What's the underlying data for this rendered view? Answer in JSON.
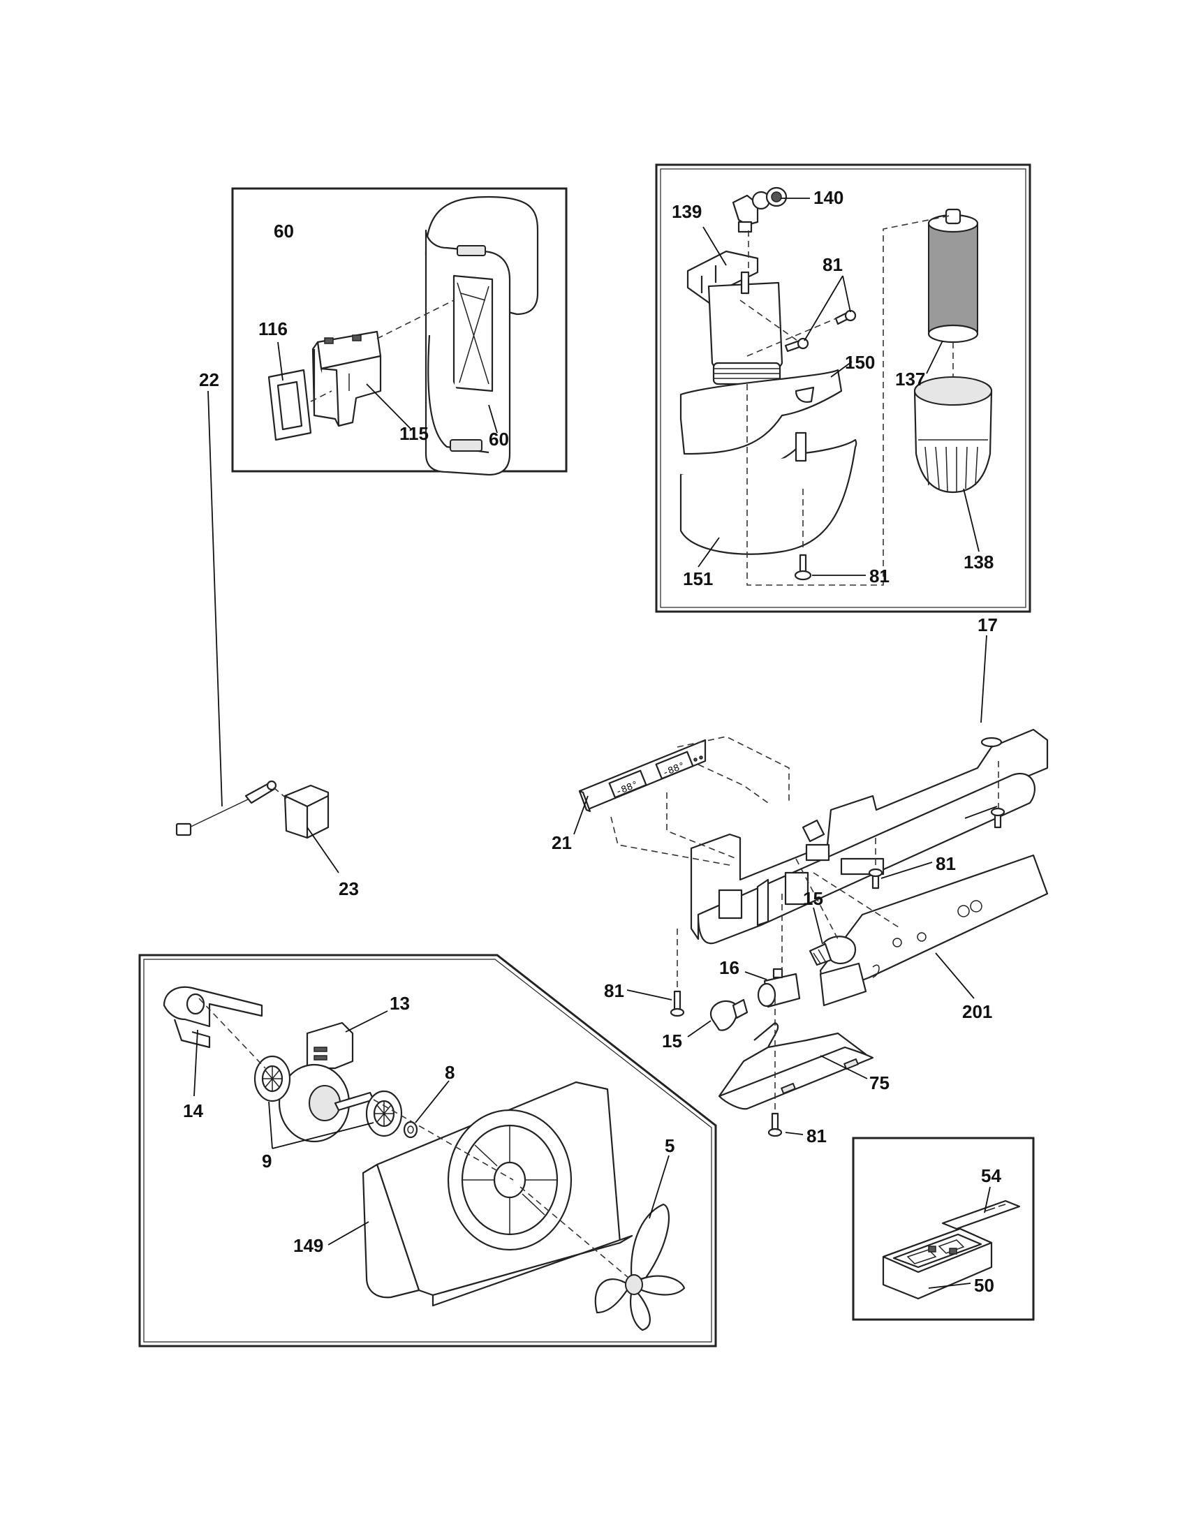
{
  "labels": {
    "l60a": "60",
    "l60b": "60",
    "l116": "116",
    "l115": "115",
    "l139": "139",
    "l140": "140",
    "l81a": "81",
    "l150": "150",
    "l137": "137",
    "l138": "138",
    "l151": "151",
    "l81b": "81",
    "l17": "17",
    "l22": "22",
    "l23": "23",
    "l21": "21",
    "l81c": "81",
    "l15a": "15",
    "l81d": "81",
    "l16": "16",
    "l201": "201",
    "l15b": "15",
    "l75": "75",
    "l81e": "81",
    "l13": "13",
    "l14": "14",
    "l8": "8",
    "l9": "9",
    "l5": "5",
    "l149": "149",
    "l54": "54",
    "l50": "50"
  },
  "display_digits": {
    "left": "-88°",
    "right": "-88°"
  }
}
